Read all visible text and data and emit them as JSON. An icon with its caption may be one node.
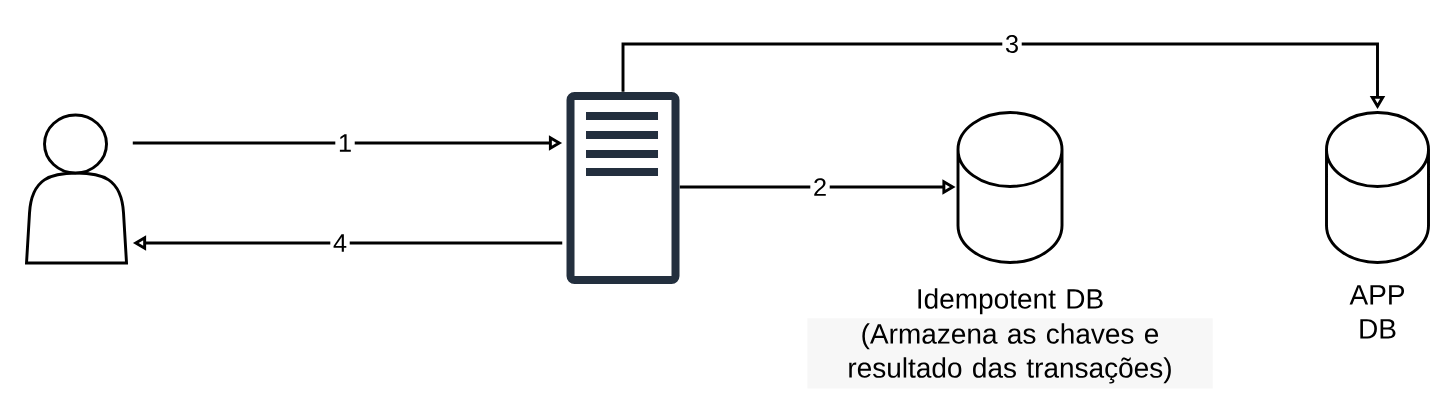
{
  "diagram": {
    "nodes": [
      {
        "text": [],
        "shape": "person"
      },
      {
        "text": [],
        "shape": "picture"
      },
      {
        "text": [
          "Idempotent DB",
          "(Armazena as chaves e resultado das transações)"
        ]
      },
      {
        "text": [
          "APP DB"
        ]
      }
    ],
    "edges": [
      {
        "from": 0,
        "to": 1,
        "arrow": "to",
        "label": "1"
      },
      {
        "from": 1,
        "to": 2,
        "arrow": "to",
        "label": "2"
      },
      {
        "from": 1,
        "to": 3,
        "arrow": "to",
        "label": "3"
      },
      {
        "from": 1,
        "to": 0,
        "arrow": "to",
        "label": "4"
      }
    ]
  }
}
